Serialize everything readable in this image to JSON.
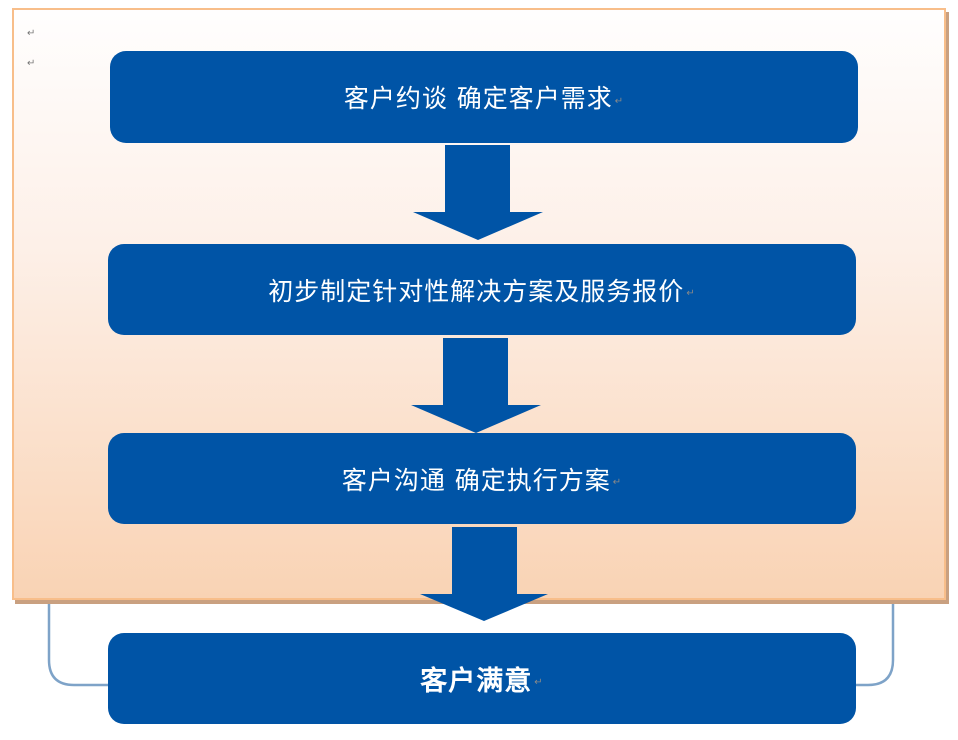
{
  "steps": [
    {
      "label": "客户约谈  确定客户需求"
    },
    {
      "label": "初步制定针对性解决方案及服务报价"
    },
    {
      "label": "客户沟通  确定执行方案"
    },
    {
      "label": "客户满意"
    }
  ],
  "paragraph_mark": "↵",
  "colors": {
    "box": "#0054a6",
    "frame_border": "#f8be8a",
    "loop_line": "#7ea3c8"
  }
}
